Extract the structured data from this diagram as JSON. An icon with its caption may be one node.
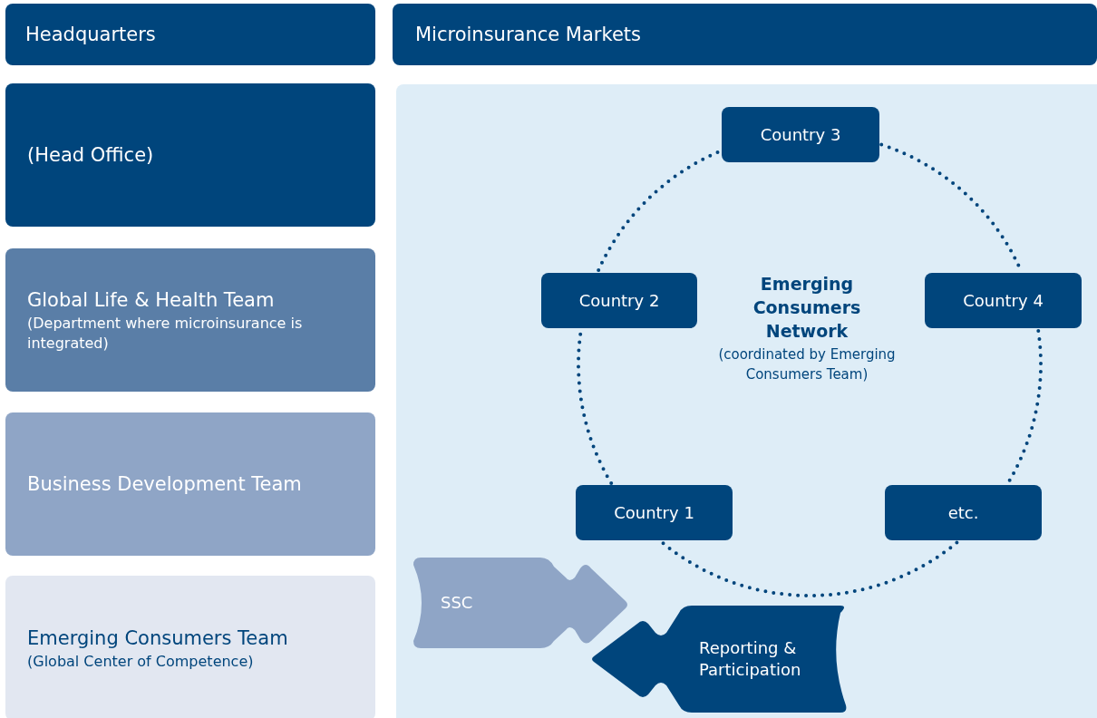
{
  "diagram": {
    "nodes": [
      {
        "text": [
          "Headquarters"
        ]
      },
      {
        "text": [
          "Microinsurance Markets"
        ]
      },
      {
        "text": [
          "(Head Office)"
        ]
      },
      {
        "text": [
          "Global Life & Health Team",
          "(Department where microinsurance is integrated)"
        ]
      },
      {
        "text": [
          "Business Development Team"
        ]
      },
      {
        "text": [
          "Emerging Consumers Team",
          "(Global Center of Competence)"
        ]
      },
      {
        "text": [
          "Country 3"
        ]
      },
      {
        "text": [
          "Country 2"
        ]
      },
      {
        "text": [
          "Country 4"
        ]
      },
      {
        "text": [
          "Country 1"
        ]
      },
      {
        "text": [
          "etc."
        ]
      },
      {
        "text": [
          "SSC"
        ]
      },
      {
        "text": [
          "Reporting & Participation"
        ]
      }
    ],
    "edges": [
      {
        "from": 6,
        "to": 8,
        "arrow": "none",
        "style": "dashed"
      },
      {
        "from": 8,
        "to": 10,
        "arrow": "none",
        "style": "dashed"
      },
      {
        "from": 10,
        "to": 9,
        "arrow": "none",
        "style": "dashed"
      },
      {
        "from": 9,
        "to": 7,
        "arrow": "none",
        "style": "dashed"
      },
      {
        "from": 7,
        "to": 6,
        "arrow": "none",
        "style": "dashed"
      }
    ],
    "labels": [
      "Emerging Consumers Network",
      "(coordinated by Emerging Consumers Team)"
    ]
  }
}
